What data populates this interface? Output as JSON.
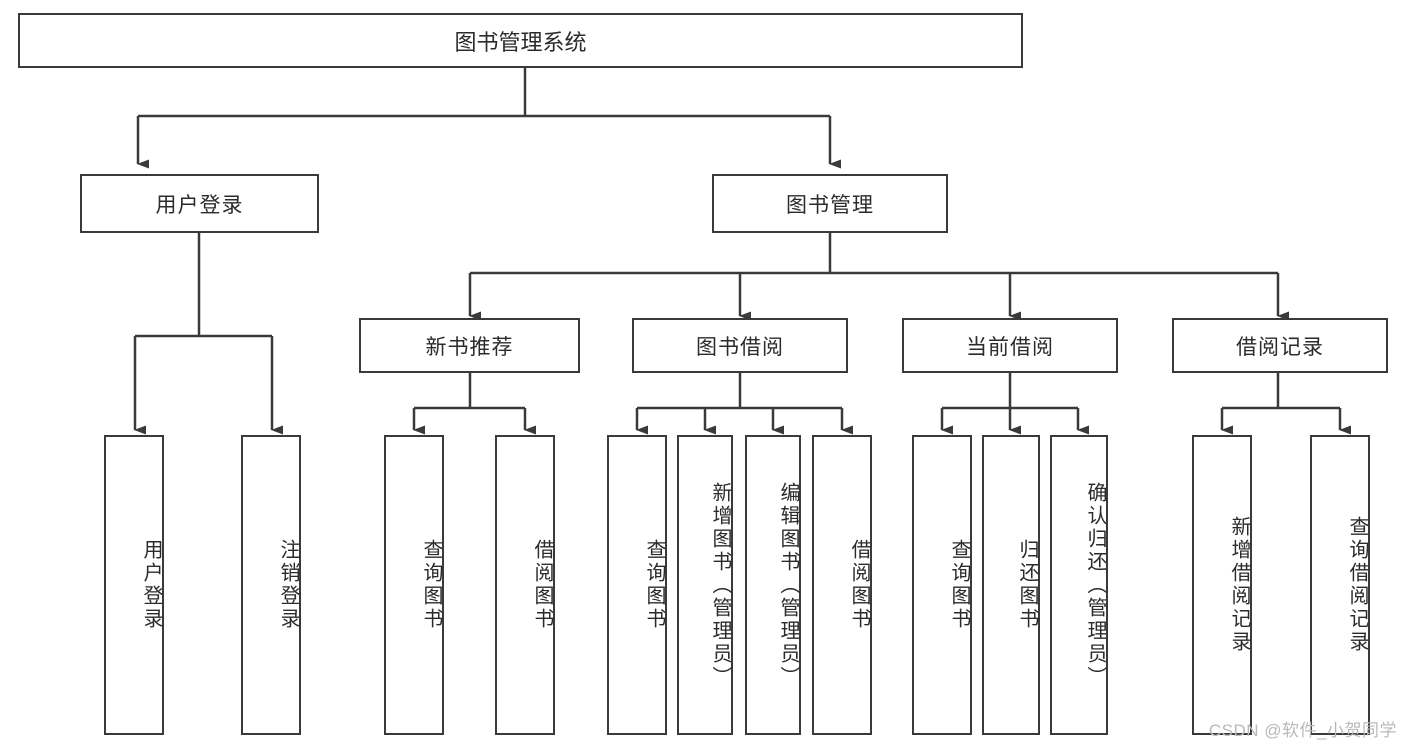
{
  "diagram": {
    "type": "tree",
    "title": "图书管理系统",
    "root": {
      "label": "图书管理系统"
    },
    "level2": [
      {
        "label": "用户登录"
      },
      {
        "label": "图书管理"
      }
    ],
    "level3": [
      {
        "label": "新书推荐"
      },
      {
        "label": "图书借阅"
      },
      {
        "label": "当前借阅"
      },
      {
        "label": "借阅记录"
      }
    ],
    "leaves": {
      "user_login": [
        {
          "label": "用户登录"
        },
        {
          "label": "注销登录"
        }
      ],
      "new_book_recommend": [
        {
          "label": "查询图书"
        },
        {
          "label": "借阅图书"
        }
      ],
      "book_borrow": [
        {
          "label": "查询图书"
        },
        {
          "label": "新增图书（管理员）"
        },
        {
          "label": "编辑图书（管理员）"
        },
        {
          "label": "借阅图书"
        }
      ],
      "current_borrow": [
        {
          "label": "查询图书"
        },
        {
          "label": "归还图书"
        },
        {
          "label": "确认归还（管理员）"
        }
      ],
      "borrow_record": [
        {
          "label": "新增借阅记录"
        },
        {
          "label": "查询借阅记录"
        }
      ]
    }
  },
  "watermark": {
    "text": "CSDN @软件_小贺同学"
  },
  "colors": {
    "stroke": "#3a3a3a",
    "background": "#ffffff",
    "text": "#2b2b2b",
    "watermark": "#b9b9b9"
  }
}
